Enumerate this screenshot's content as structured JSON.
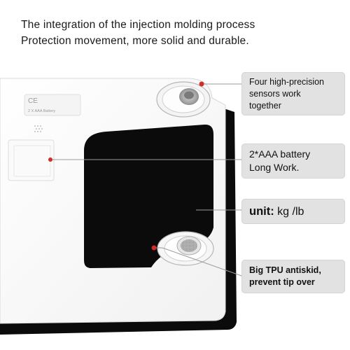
{
  "headline": {
    "line1": "The integration of the injection molding process",
    "line2": "Protection  movement, more solid and durable."
  },
  "callouts": [
    {
      "lines": [
        "Four high-precision",
        "sensors work",
        "together"
      ]
    },
    {
      "lines": [
        "2*AAA battery",
        "Long Work."
      ]
    },
    {
      "label": "unit:",
      "value": " kg /lb"
    },
    {
      "lines": [
        "Big TPU antiskid,",
        "prevent tip over"
      ]
    }
  ],
  "device": {
    "ce_mark": "CE",
    "battery_label": "2 X AAA  Battery"
  },
  "colors": {
    "marker_red": "#d42b2b",
    "callout_bg": "#e2e2e2",
    "glass_black": "#0b0b0b"
  }
}
